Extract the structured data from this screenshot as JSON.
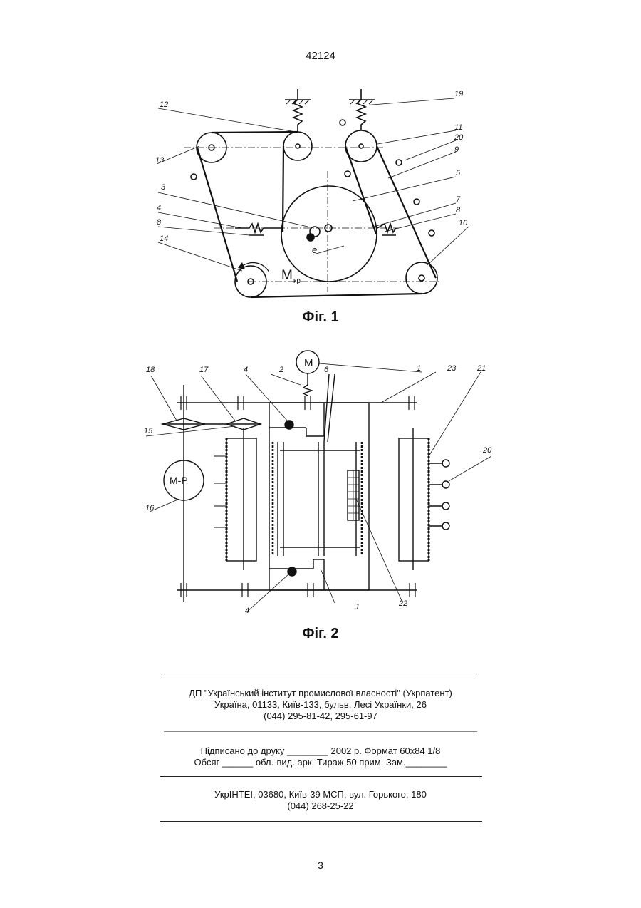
{
  "header": {
    "patent_number": "42124"
  },
  "figure1": {
    "caption": "Фіг. 1",
    "labels": [
      "12",
      "13",
      "3",
      "4",
      "8",
      "14",
      "19",
      "11",
      "20",
      "9",
      "5",
      "7",
      "8",
      "10"
    ],
    "torque_label": "M",
    "torque_sub": "кр",
    "eccentricity_label": "e"
  },
  "figure2": {
    "caption": "Фіг. 2",
    "motor_label": "M",
    "motor_reducer_label": "M-P",
    "labels": [
      "18",
      "17",
      "4",
      "2",
      "6",
      "1",
      "23",
      "21",
      "15",
      "20",
      "16",
      "4",
      "J",
      "22"
    ]
  },
  "imprint": {
    "org_line1": "ДП \"Український інститут промислової власності\" (Укрпатент)",
    "org_line2": "Україна, 01133, Київ-133, бульв. Лесі Українки, 26",
    "org_line3": "(044) 295-81-42, 295-61-97",
    "sign_line1": "Підписано до друку ________ 2002 р.     Формат 60х84 1/8",
    "sign_line2": "Обсяг ______ обл.-вид. арк.   Тираж 50 прим.     Зам.________",
    "print_line1": "УкрІНТЕІ, 03680, Київ-39 МСП, вул. Горького, 180",
    "print_line2": "(044) 268-25-22"
  },
  "footer": {
    "sheet_number": "3"
  }
}
